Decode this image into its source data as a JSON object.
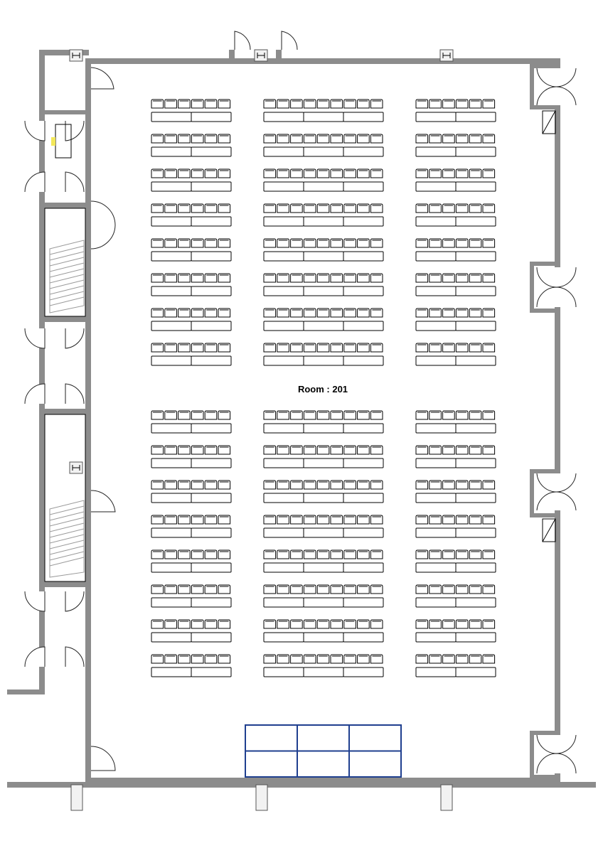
{
  "room": {
    "label": "Room : 201"
  },
  "seating": {
    "blocks": [
      {
        "name": "left",
        "chairs": 6,
        "tables": 2
      },
      {
        "name": "center",
        "chairs": 9,
        "tables": 3
      },
      {
        "name": "right",
        "chairs": 6,
        "tables": 2
      }
    ],
    "rows_per_section": 8,
    "sections": 2
  },
  "stage": {
    "columns": 3,
    "rows": 2,
    "color": "#1f3f8f"
  },
  "colors": {
    "wall": "#8c8c8c",
    "accent": "#f3e85a"
  },
  "icons": [
    "fire-extinguisher-icon",
    "door-swing-icon",
    "stair-icon"
  ]
}
